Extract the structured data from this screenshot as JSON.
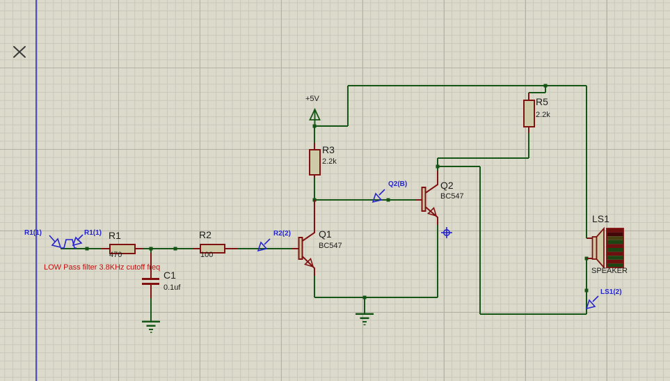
{
  "schematic": {
    "note": "LOW Pass filter 3.8KHz cutoff freq",
    "power_label": "+5V",
    "components": {
      "r1": {
        "ref": "R1",
        "value": "470"
      },
      "r2": {
        "ref": "R2",
        "value": "100"
      },
      "r3": {
        "ref": "R3",
        "value": "2.2k"
      },
      "r5": {
        "ref": "R5",
        "value": "2.2k"
      },
      "c1": {
        "ref": "C1",
        "value": "0.1uf"
      },
      "q1": {
        "ref": "Q1",
        "value": "BC547"
      },
      "q2": {
        "ref": "Q2",
        "value": "BC547"
      },
      "ls1": {
        "ref": "LS1",
        "value": "SPEAKER"
      }
    },
    "net_labels": {
      "generator": "R1(1)",
      "input_probe": "R1(1)",
      "r2_output": "R2(2)",
      "q2_base": "Q2(B)",
      "speaker_node": "LS1(2)"
    },
    "colors": {
      "wire_green": "#155515",
      "component_maroon": "#801111",
      "body_fill": "#cfcaa8",
      "net_label_blue": "#2424cc",
      "note_red": "#c01010",
      "canvas_bg": "#dcdacb"
    }
  }
}
